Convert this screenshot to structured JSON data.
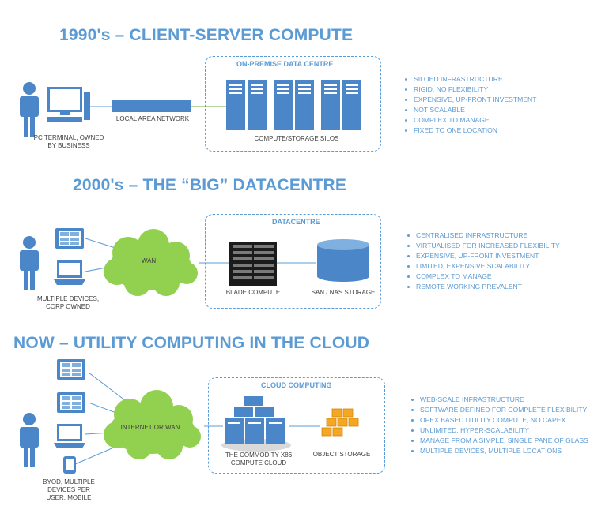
{
  "section1": {
    "heading": "1990's – CLIENT-SERVER COMPUTE",
    "datacentre_title": "ON-PREMISE DATA CENTRE",
    "pc_label": "PC TERMINAL, OWNED BY BUSINESS",
    "lan_label": "LOCAL AREA NETWORK",
    "silos_label": "COMPUTE/STORAGE SILOS",
    "bullets": [
      "SILOED INFRASTRUCTURE",
      "RIGID, NO FLEXIBILITY",
      "EXPENSIVE, UP-FRONT INVESTMENT",
      "NOT SCALABLE",
      "COMPLEX TO MANAGE",
      "FIXED TO ONE LOCATION"
    ]
  },
  "section2": {
    "heading": "2000's – THE “BIG” DATACENTRE",
    "datacentre_title": "DATACENTRE",
    "devices_label": "MULTIPLE DEVICES, CORP OWNED",
    "wan_label": "WAN",
    "blade_label": "BLADE COMPUTE",
    "storage_label": "SAN / NAS STORAGE",
    "bullets": [
      "CENTRALISED INFRASTRUCTURE",
      "VIRTUALISED FOR INCREASED FLEXIBILITY",
      "EXPENSIVE, UP-FRONT INVESTMENT",
      "LIMITED, EXPENSIVE SCALABILITY",
      "COMPLEX TO MANAGE",
      "REMOTE WORKING PREVALENT"
    ]
  },
  "section3": {
    "heading": "NOW – UTILITY COMPUTING IN THE CLOUD",
    "cloud_title": "CLOUD COMPUTING",
    "byod_label": "BYOD, MULTIPLE DEVICES PER USER, MOBILE",
    "internet_label": "INTERNET OR WAN",
    "compute_label": "THE COMMODITY x86 COMPUTE CLOUD",
    "object_label": "OBJECT STORAGE",
    "bullets": [
      "WEB-SCALE INFRASTRUCTURE",
      "SOFTWARE DEFINED FOR COMPLETE FLEXIBILITY",
      "OPEX BASED UTILITY COMPUTE, NO CAPEX",
      "UNLIMITED, HYPER-SCALABILITY",
      "MANAGE FROM A SIMPLE, SINGLE PANE OF GLASS",
      "MULTIPLE DEVICES, MULTIPLE LOCATIONS"
    ]
  },
  "colors": {
    "accent": "#5b9bd5",
    "device": "#4a86c8",
    "cloud": "#92d050",
    "line": "#5b9bd5",
    "orange": "#f5a623"
  }
}
